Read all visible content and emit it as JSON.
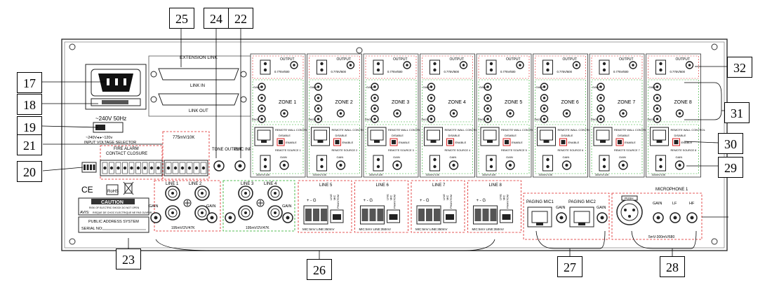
{
  "callouts": {
    "c17": "17",
    "c18": "18",
    "c19": "19",
    "c20": "20",
    "c21": "21",
    "c22": "22",
    "c23": "23",
    "c24": "24",
    "c25": "25",
    "c26": "26",
    "c27": "27",
    "c28": "28",
    "c29": "29",
    "c30": "30",
    "c31": "31",
    "c32": "32"
  },
  "panel": {
    "voltage": "~240V 50Hz",
    "voltage_switch": "~240V◂ ▸~120v",
    "voltage_selector": "INPUT VOLTAGE SELECTOR",
    "extension_link": "EXTENSION LINK",
    "link_in": "LINK IN",
    "link_out": "LINK OUT",
    "fire_alarm": "FIRE ALARM",
    "contact_closure": "CONTACT CLOSURE",
    "evac_spec": "775mV/10K",
    "tone_output": "TONE OUTPUT",
    "emc_input": "EMC INPUT",
    "caution": "CAUTION",
    "caution_sub": "RISK OF ELECTRIC SHOCK DO NOT OPEN",
    "avis": "AVIS:",
    "avis_text": "RISQUE DE CHOC ELECTRIQUE NE PAS OUVRIR",
    "system_name": "PUBLIC ADDRESS SYSTEM",
    "serial": "SERIAL NO:",
    "line1": "LINE 1",
    "line2": "LINE 2",
    "line3": "LINE 3",
    "line4": "LINE 4",
    "line_spec": "195mV/2V/47K",
    "gain": "GAIN",
    "paging_mic1": "PAGING MIC1",
    "paging_mic2": "PAGING MIC2",
    "microphone1": "MICROPHONE 1",
    "push": "PUSH",
    "mic_spec": "5mV-300mV/680",
    "lf": "LF",
    "hf": "HF"
  },
  "zone_modules": [
    {
      "zone": "ZONE 1",
      "remote": "REMOTE SOURCE 1"
    },
    {
      "zone": "ZONE 2",
      "remote": "REMOTE SOURCE 2"
    },
    {
      "zone": "ZONE 3",
      "remote": "REMOTE SOURCE 3"
    },
    {
      "zone": "ZONE 4",
      "remote": "REMOTE SOURCE 4"
    },
    {
      "zone": "ZONE 5",
      "remote": "REMOTE SOURCE 5"
    },
    {
      "zone": "ZONE 6",
      "remote": "REMOTE SOURCE 6"
    },
    {
      "zone": "ZONE 7",
      "remote": "REMOTE SOURCE 7"
    },
    {
      "zone": "ZONE 8",
      "remote": "REMOTE SOURCE 8"
    }
  ],
  "zone_common": {
    "output": "OUTPUT",
    "output_spec": "0.775V/600",
    "page": "PAGE",
    "remote_wall_control": "REMOTE WALL CONTROL",
    "disable": "DISABLE",
    "enable": "ENABLE",
    "remote_spec": "300mV/10K",
    "gain": "GAIN"
  },
  "line_inputs": [
    {
      "label": "LINE 5"
    },
    {
      "label": "LINE 6"
    },
    {
      "label": "LINE 7"
    },
    {
      "label": "LINE 8"
    }
  ],
  "line_input_common": {
    "spec": "MIC:5mV LINE:350mV",
    "sw_line": "LINE",
    "sw_mic": "MIC",
    "sw_phantom": "PHANTOM"
  }
}
